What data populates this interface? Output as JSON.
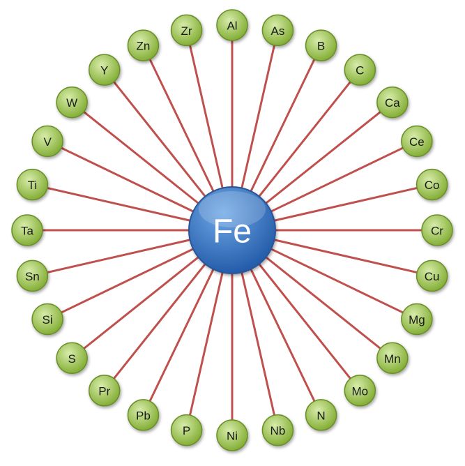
{
  "center": {
    "label": "Fe"
  },
  "elements": [
    "Al",
    "As",
    "B",
    "C",
    "Ca",
    "Ce",
    "Co",
    "Cr",
    "Cu",
    "Mg",
    "Mn",
    "Mo",
    "N",
    "Nb",
    "Ni",
    "P",
    "Pb",
    "Pr",
    "S",
    "Si",
    "Sn",
    "Ta",
    "Ti",
    "V",
    "W",
    "Y",
    "Zn",
    "Zr"
  ],
  "colors": {
    "spoke": "#c0504d",
    "node_fill_light": "#d7ecaa",
    "node_fill_dark": "#7eaa2e",
    "node_stroke": "#6b8f2a",
    "center_fill_light": "#6fa8e6",
    "center_fill_dark": "#1f57a5",
    "center_stroke": "#2a5597"
  }
}
